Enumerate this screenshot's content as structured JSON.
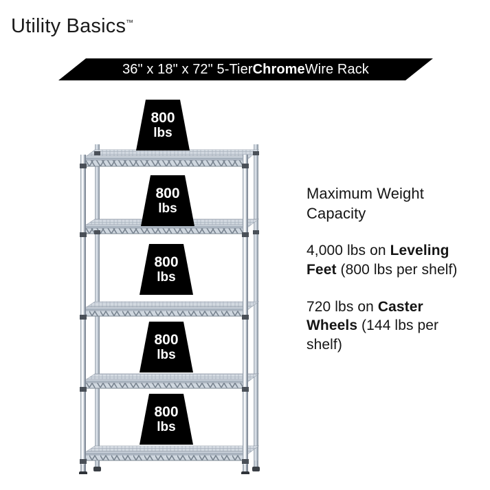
{
  "brand": {
    "name": "Utility Basics",
    "trademark": "™"
  },
  "banner": {
    "dimensions": "36\" x 18\" x 72\"",
    "tier": "5-Tier",
    "finish": "Chrome",
    "product": "Wire Rack",
    "full_text": "36\" x 18\" x 72\" 5-Tier Chrome Wire Rack",
    "pre_bold": "36\" x 18\" x 72\" 5-Tier ",
    "bold": "Chrome",
    "post_bold": " Wire Rack",
    "bg_color": "#000000",
    "text_color": "#ffffff"
  },
  "rack": {
    "name": "5-tier chrome wire shelving rack",
    "shelf_count": 5,
    "finish_color": "#b9c2cc",
    "badges": [
      {
        "number": "800",
        "unit": "lbs",
        "shelf": 1
      },
      {
        "number": "800",
        "unit": "lbs",
        "shelf": 2
      },
      {
        "number": "800",
        "unit": "lbs",
        "shelf": 3
      },
      {
        "number": "800",
        "unit": "lbs",
        "shelf": 4
      },
      {
        "number": "800",
        "unit": "lbs",
        "shelf": 5
      }
    ]
  },
  "info": {
    "heading": "Maximum Weight Capacity",
    "leveling": {
      "lead": "4,000 lbs on ",
      "bold": "Leveling Feet",
      "tail": " (800 lbs per shelf)"
    },
    "caster": {
      "lead": "720 lbs on ",
      "bold": "Caster Wheels",
      "tail": " (144 lbs per shelf)"
    }
  }
}
